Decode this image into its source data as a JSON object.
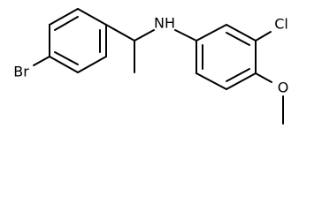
{
  "molecule": {
    "atom_labels": {
      "bromine": "Br",
      "amine": "NH",
      "chlorine": "Cl",
      "oxygen": "O"
    }
  }
}
